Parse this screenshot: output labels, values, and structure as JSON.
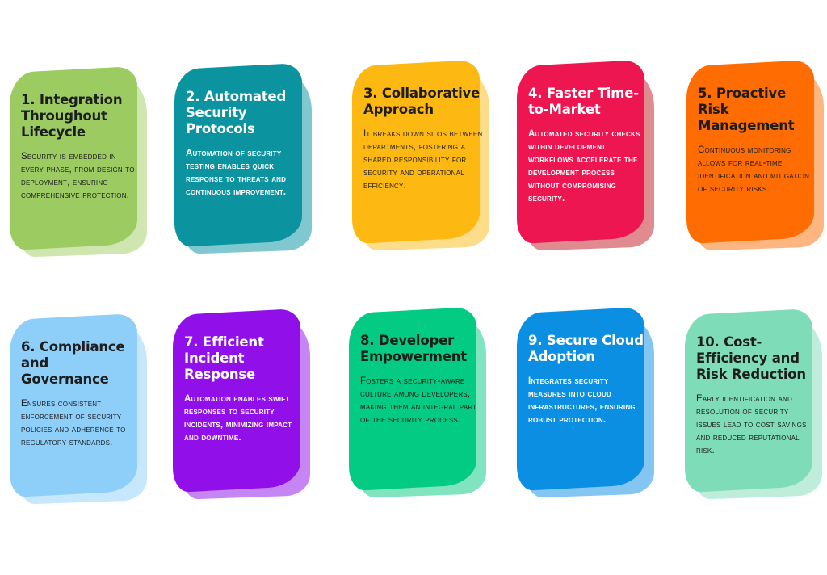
{
  "cards": [
    {
      "num": "1",
      "title": "1. Integration Throughout Lifecycle",
      "body": "Security is embedded in every phase, from design to deployment, ensuring comprehensive protection.",
      "color": "#9ccb62",
      "shadow": "#cfe6b0",
      "text_color": "dark"
    },
    {
      "num": "2",
      "title": "2. Automated Security Protocols",
      "body": "Automation of security testing enables quick response to threats and continuous improvement.",
      "color": "#0b93a0",
      "shadow": "#80c8d0",
      "text_color": "light"
    },
    {
      "num": "3",
      "title": "3. Collaborative Approach",
      "body": "It breaks down silos between departments, fostering a shared responsibility for security and operational efficiency.",
      "color": "#fdb812",
      "shadow": "#fedd8a",
      "text_color": "dark"
    },
    {
      "num": "4",
      "title": "4. Faster Time-to-Market",
      "body": "Automated security checks within development workflows accelerate the development process without compromising security.",
      "color": "#ed1651",
      "shadow": "#df8b8f",
      "text_color": "light"
    },
    {
      "num": "5",
      "title": "5. Proactive Risk Management",
      "body": "Continuous monitoring allows for real-time identification and mitigation of security risks.",
      "color": "#fe6c02",
      "shadow": "#feb680",
      "text_color": "dark"
    },
    {
      "num": "6",
      "title": "6. Compliance and Governance",
      "body": "Ensures consistent enforcement of security policies and adherence to regulatory standards.",
      "color": "#8ecffa",
      "shadow": "#c6e7fc",
      "text_color": "dark"
    },
    {
      "num": "7",
      "title": "7. Efficient Incident Response",
      "body": "Automation enables swift responses to security incidents, minimizing impact and downtime.",
      "color": "#9110ea",
      "shadow": "#c685f4",
      "text_color": "light"
    },
    {
      "num": "8",
      "title": "8. Developer Empowerment",
      "body": "Fosters a security-aware culture among developers, making them an integral part of the security process.",
      "color": "#04cb84",
      "shadow": "#80e4c1",
      "text_color": "dark"
    },
    {
      "num": "9",
      "title": "9. Secure Cloud Adoption",
      "body": "Integrates security measures into cloud infrastructures, ensuring robust protection.",
      "color": "#0b8fe3",
      "shadow": "#84c6f1",
      "text_color": "light"
    },
    {
      "num": "10",
      "title": "10. Cost-Efficiency and Risk Reduction",
      "body": "Early identification and resolution of security issues lead to cost savings and reduced reputational risk.",
      "color": "#7fdcb8",
      "shadow": "#bfeddb",
      "text_color": "dark"
    }
  ]
}
